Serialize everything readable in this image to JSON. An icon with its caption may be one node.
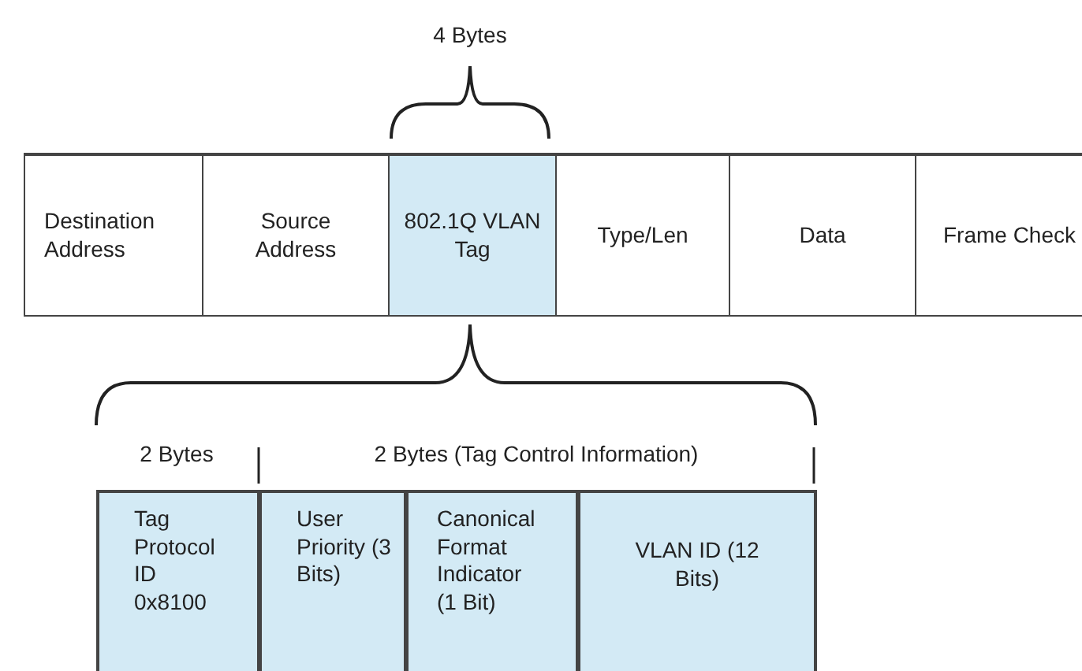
{
  "diagram": {
    "nodes": [
      {
        "text": [
          "Destination Address"
        ]
      },
      {
        "text": [
          "Source Address"
        ]
      },
      {
        "text": [
          "802.1Q VLAN Tag"
        ]
      },
      {
        "text": [
          "Type/Len"
        ]
      },
      {
        "text": [
          "Data"
        ]
      },
      {
        "text": [
          "Frame Check"
        ]
      },
      {
        "text": [
          "Tag Protocol ID 0x8100"
        ]
      },
      {
        "text": [
          "User Priority (3 Bits)"
        ]
      },
      {
        "text": [
          "Canonical Format Indicator (1 Bit)"
        ]
      },
      {
        "text": [
          "VLAN ID (12 Bits)"
        ]
      }
    ],
    "edges": [],
    "labels": [
      "4 Bytes",
      "2 Bytes",
      "2 Bytes (Tag Control Information)"
    ]
  }
}
